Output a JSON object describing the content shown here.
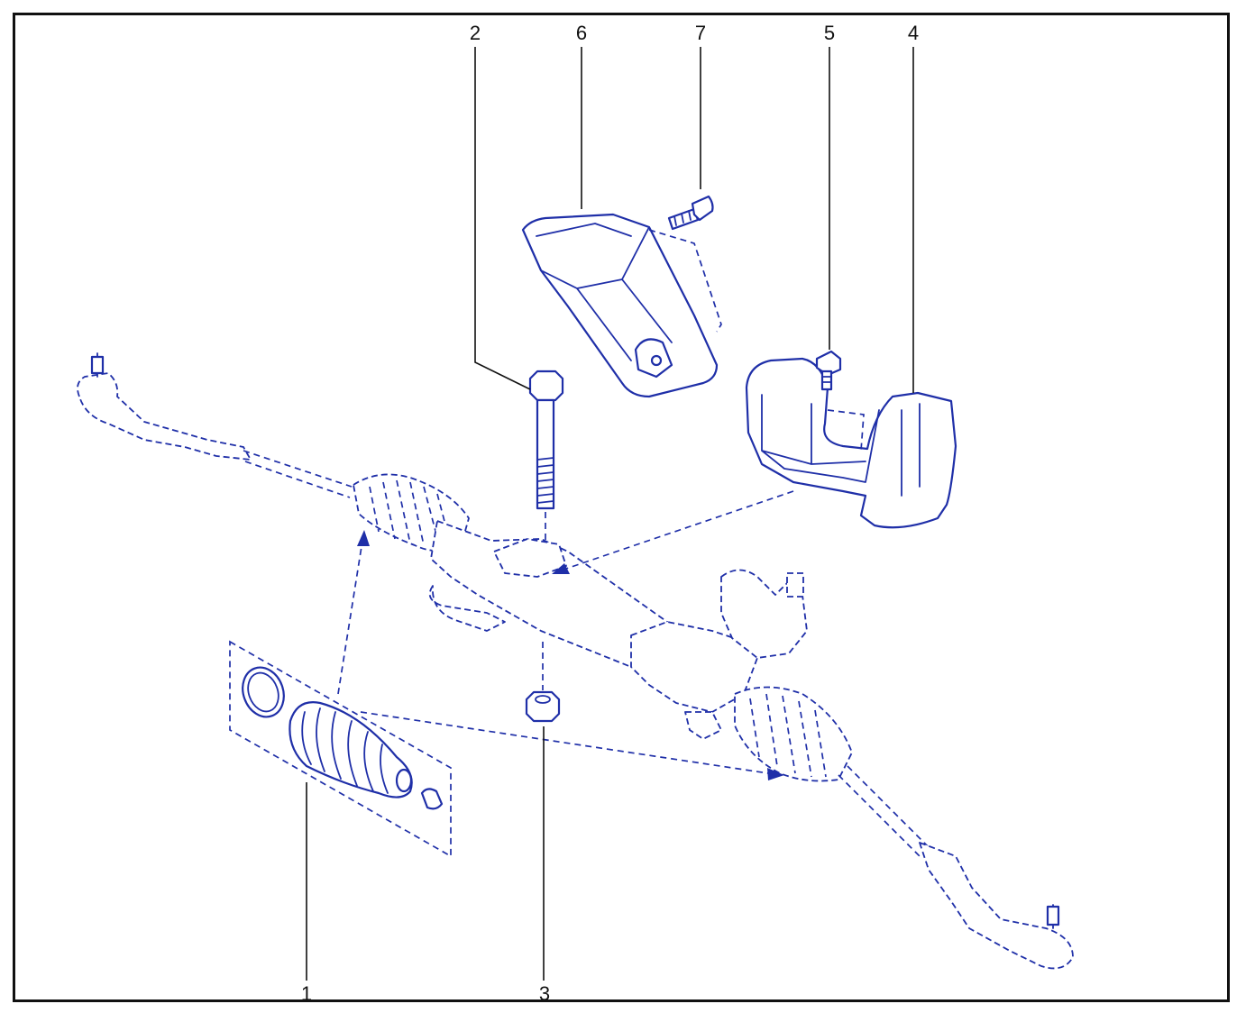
{
  "diagram": {
    "callouts": {
      "c1": "1",
      "c2": "2",
      "c3": "3",
      "c4": "4",
      "c5": "5",
      "c6": "6",
      "c7": "7"
    },
    "colors": {
      "line_art": "#1f2fa8",
      "frame": "#111111",
      "background": "#ffffff"
    }
  }
}
